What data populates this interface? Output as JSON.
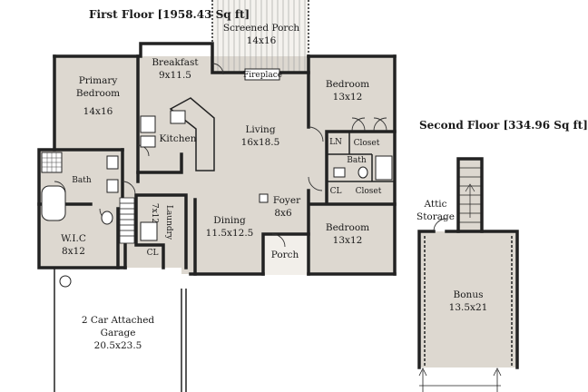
{
  "first_floor": {
    "title": "First Floor",
    "area": "[1958.43 Sq ft]",
    "rooms": {
      "screened_porch": {
        "name": "Screened Porch",
        "dims": "14x16"
      },
      "fireplace": {
        "name": "Fireplace"
      },
      "breakfast": {
        "name": "Breakfast",
        "dims": "9x11.5"
      },
      "primary_bedroom": {
        "name": "Primary Bedroom",
        "dims": "14x16"
      },
      "kitchen": {
        "name": "Kitchen"
      },
      "living": {
        "name": "Living",
        "dims": "16x18.5"
      },
      "bedroom_1": {
        "name": "Bedroom",
        "dims": "13x12"
      },
      "ln": {
        "name": "LN"
      },
      "closet_1": {
        "name": "Closet"
      },
      "bath_hall": {
        "name": "Bath"
      },
      "cl_hall": {
        "name": "CL"
      },
      "closet_2": {
        "name": "Closet"
      },
      "bath_primary": {
        "name": "Bath"
      },
      "wic": {
        "name": "W.I.C",
        "dims": "8x12"
      },
      "laundry": {
        "name": "Laundry",
        "dims": "7x12"
      },
      "cl_laundry": {
        "name": "CL"
      },
      "foyer": {
        "name": "Foyer",
        "dims": "8x6"
      },
      "dining": {
        "name": "Dining",
        "dims": "11.5x12.5"
      },
      "bedroom_2": {
        "name": "Bedroom",
        "dims": "13x12"
      },
      "porch": {
        "name": "Porch"
      },
      "garage": {
        "name": "2 Car Attached Garage",
        "dims": "20.5x23.5"
      }
    }
  },
  "second_floor": {
    "title": "Second Floor",
    "area": "[334.96 Sq ft]",
    "rooms": {
      "attic": {
        "name": "Attic Storage"
      },
      "bonus": {
        "name": "Bonus",
        "dims": "13.5x21"
      }
    }
  }
}
